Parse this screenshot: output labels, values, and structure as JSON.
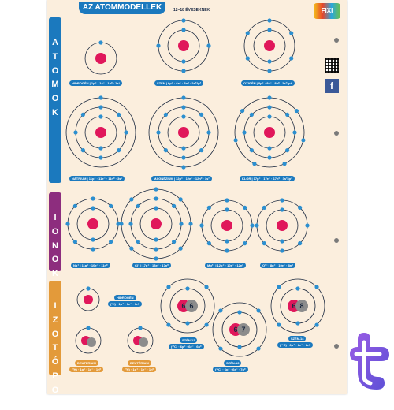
{
  "header": {
    "title": "AZ ATOMMODELLEK",
    "age": "12–18 ÉVESEKNEK",
    "brand": "FIXI"
  },
  "sections": {
    "atoms": "ATOMOK",
    "ions": "IONOK",
    "isotopes": "IZOTÓPOK"
  },
  "atoms": [
    {
      "label": "HIDROGÉN | 1p⁺ · 1e⁻ · 1n⁰ · 1s¹"
    },
    {
      "label": "SZÉN | 6p⁺ · 6e⁻ · 6n⁰ · 2s²2p²"
    },
    {
      "label": "OXIGÉN | 8p⁺ · 8e⁻ · 8n⁰ · 2s²2p⁴"
    },
    {
      "label": "NÁTRIUM | 11p⁺ · 11e⁻ · 11n⁰ · 3s¹"
    },
    {
      "label": "MAGNÉZIUM | 12p⁺ · 12e⁻ · 12n⁰ · 3s²"
    },
    {
      "label": "KLÓR | 17p⁺ · 17e⁻ · 17n⁰ · 3s²3p⁵"
    }
  ],
  "ions": [
    {
      "label": "Na⁺ | 11p⁺ · 10e⁻ · 11n⁰"
    },
    {
      "label": "Cl⁻ | 17p⁺ · 18e⁻ · 17n⁰"
    },
    {
      "label": "Mg²⁺ | 12p⁺ · 10e⁻ · 12n⁰"
    },
    {
      "label": "O²⁻ | 8p⁺ · 10e⁻ · 8n⁰"
    }
  ],
  "isotopes": [
    {
      "name": "HIDROGÉN",
      "formula": "(¹H) · 1p⁺ · 1e⁻ · 0n⁰"
    },
    {
      "name": "DEUTÉRIUM",
      "formula": "(²H) · 1p⁺ · 1e⁻ · 1n⁰"
    },
    {
      "name": "DEUTÉRIUM",
      "formula": "(²H) · 1p⁺ · 1e⁻ · 1n⁰"
    },
    {
      "name": "SZÉN-12",
      "formula": "(¹²C) · 6p⁺ · 6e⁻ · 6n⁰"
    },
    {
      "name": "SZÉN-13",
      "formula": "(¹³C) · 6p⁺ · 6e⁻ · 7n⁰"
    },
    {
      "name": "SZÉN-14",
      "formula": "(¹⁴C) · 6p⁺ · 6e⁻ · 8n⁰"
    }
  ],
  "nucleus_numbers": {
    "c12": [
      "6",
      "6"
    ],
    "c13": [
      "6",
      "7"
    ],
    "c14": [
      "6",
      "8"
    ]
  },
  "facebook": "f",
  "colors": {
    "blue": "#1b79be",
    "purple": "#8d2d7e",
    "orange": "#e39a3a",
    "nucleus": "#e0175b",
    "electron": "#2b8fd0"
  }
}
